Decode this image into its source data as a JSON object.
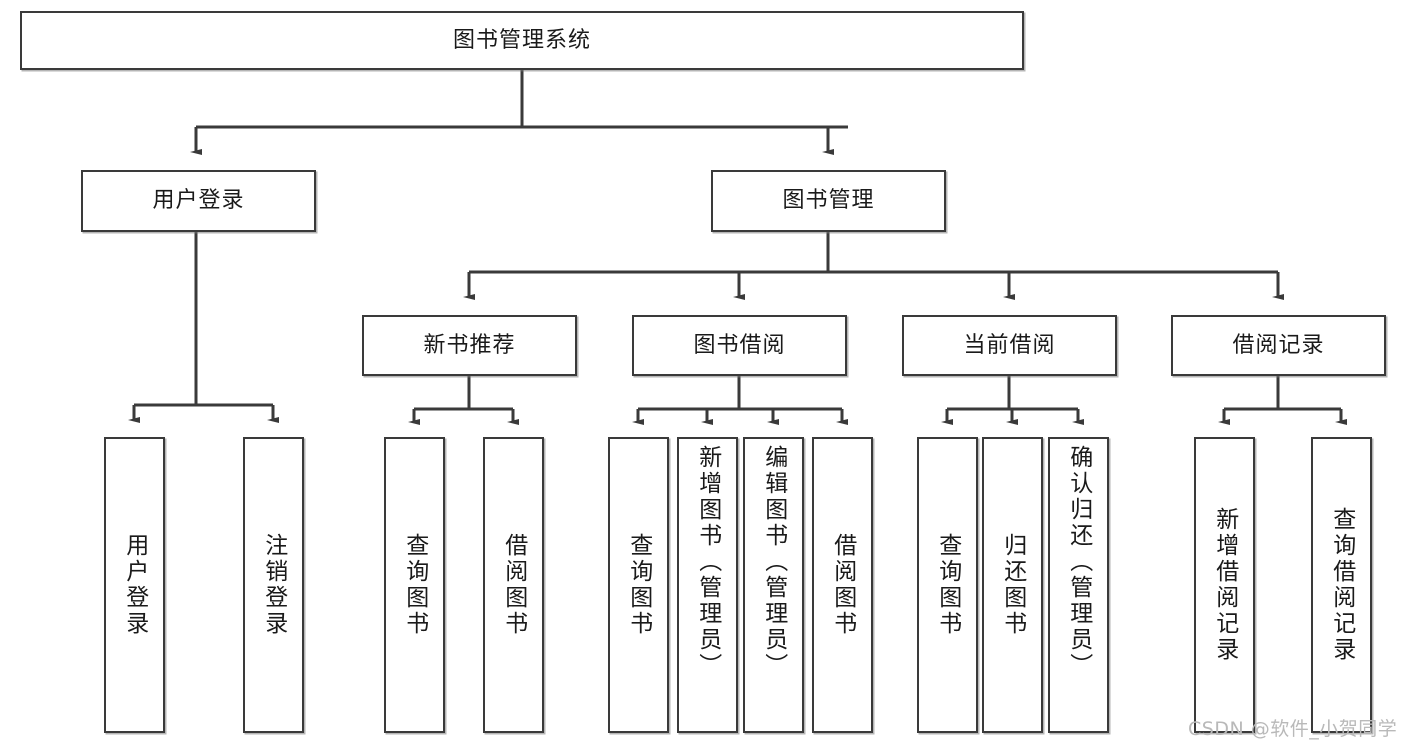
{
  "diagram": {
    "title": "图书管理系统",
    "type": "tree",
    "theme": {
      "background": "#ffffff",
      "box_border": "#3a3a3a",
      "box_fill": "#ffffff",
      "edge_color": "#3a3a3a",
      "text_color": "#1a1a1a",
      "watermark_color": "#b9b9b9"
    },
    "root": {
      "id": "root",
      "label": "图书管理系统"
    },
    "level2": [
      {
        "id": "user-login",
        "label": "用户登录"
      },
      {
        "id": "book-manage",
        "label": "图书管理"
      }
    ],
    "level3": [
      {
        "id": "new-book-rec",
        "label": "新书推荐",
        "parent": "book-manage"
      },
      {
        "id": "book-borrow",
        "label": "图书借阅",
        "parent": "book-manage"
      },
      {
        "id": "current-borrow",
        "label": "当前借阅",
        "parent": "book-manage"
      },
      {
        "id": "borrow-record",
        "label": "借阅记录",
        "parent": "book-manage"
      }
    ],
    "leaves": [
      {
        "id": "leaf-user-login",
        "label": "用户登录",
        "parent": "user-login"
      },
      {
        "id": "leaf-logout",
        "label": "注销登录",
        "parent": "user-login"
      },
      {
        "id": "leaf-query-book-1",
        "label": "查询图书",
        "parent": "new-book-rec"
      },
      {
        "id": "leaf-borrow-book-1",
        "label": "借阅图书",
        "parent": "new-book-rec"
      },
      {
        "id": "leaf-query-book-2",
        "label": "查询图书",
        "parent": "book-borrow"
      },
      {
        "id": "leaf-add-book",
        "label": "新增图书（管理员）",
        "parent": "book-borrow"
      },
      {
        "id": "leaf-edit-book",
        "label": "编辑图书（管理员）",
        "parent": "book-borrow"
      },
      {
        "id": "leaf-borrow-book-2",
        "label": "借阅图书",
        "parent": "book-borrow"
      },
      {
        "id": "leaf-query-book-3",
        "label": "查询图书",
        "parent": "current-borrow"
      },
      {
        "id": "leaf-return-book",
        "label": "归还图书",
        "parent": "current-borrow"
      },
      {
        "id": "leaf-confirm-return",
        "label": "确认归还（管理员）",
        "parent": "current-borrow"
      },
      {
        "id": "leaf-add-record",
        "label": "新增借阅记录",
        "parent": "borrow-record"
      },
      {
        "id": "leaf-query-record",
        "label": "查询借阅记录",
        "parent": "borrow-record"
      }
    ]
  },
  "watermark": {
    "text": "CSDN @软件_小贺同学"
  }
}
